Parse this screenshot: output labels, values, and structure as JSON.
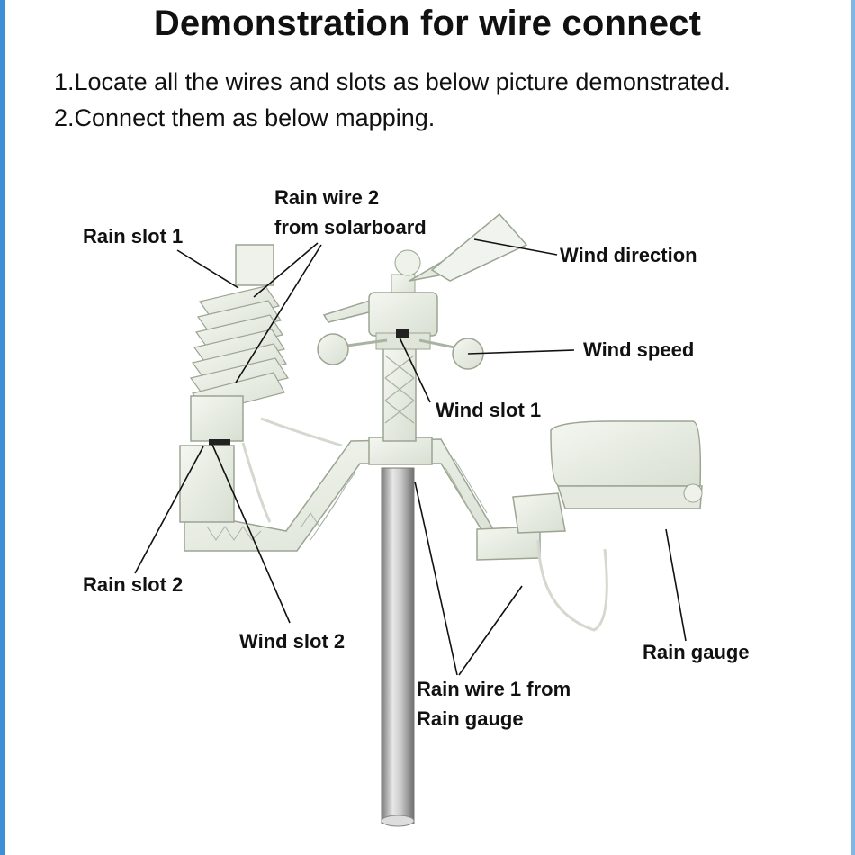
{
  "title": "Demonstration for wire connect",
  "instructions": [
    "1.Locate all the wires and slots as below picture demonstrated.",
    "2.Connect them as below mapping."
  ],
  "labels": {
    "rain_slot_1": "Rain slot 1",
    "rain_wire_2_line1": "Rain wire 2",
    "rain_wire_2_line2": "from solarboard",
    "wind_direction": "Wind direction",
    "wind_speed": "Wind speed",
    "wind_slot_1": "Wind slot 1",
    "rain_slot_2": "Rain slot 2",
    "wind_slot_2": "Wind slot 2",
    "rain_gauge": "Rain gauge",
    "rain_wire_1_line1": "Rain wire 1 from",
    "rain_wire_1_line2": "Rain gauge"
  },
  "colors": {
    "frame": "#3d8fd6",
    "plastic": "#e9eee4",
    "plastic_edge": "#9aa592",
    "pole": "#b9b9b9"
  }
}
